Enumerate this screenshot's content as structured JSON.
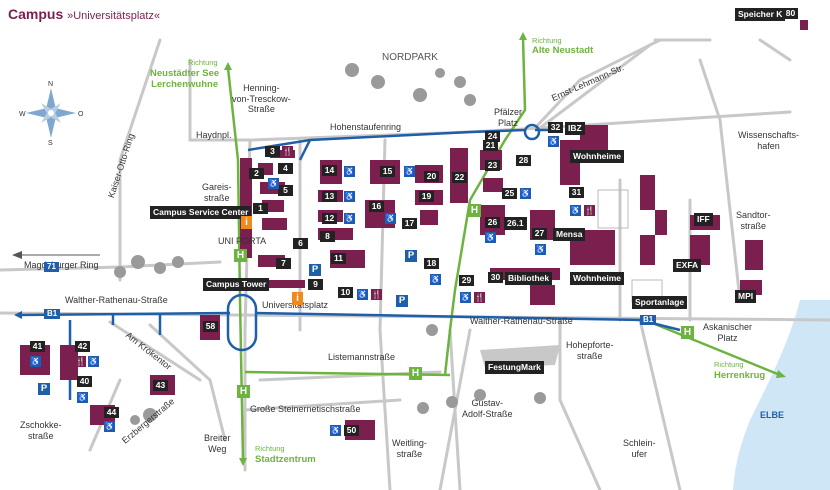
{
  "title": {
    "main": "Campus",
    "sub": "»Universitätsplatz«"
  },
  "corner_tag": {
    "label": "Speicher K",
    "number": "80"
  },
  "compass": {
    "n": "N",
    "s": "S",
    "w": "W",
    "e": "O"
  },
  "streets": {
    "nordpark": "NORDPARK",
    "henning": "Henning-\nvon-Tresckow-\nStraße",
    "haydnpl": "Haydnpl.",
    "hohenstaufenring": "Hohenstaufenring",
    "pfaelzer": "Pfälzer\nPlatz",
    "ernst": "Ernst-Lehmann-Str.",
    "wissenschaftshafen": "Wissenschafts-\nhafen",
    "kaiser": "Kaiser-Otto-Ring",
    "gareis": "Gareis-\nstraße",
    "uniporta": "UNI PORTA",
    "magdeburger": "Magdeburger Ring",
    "walther_left": "Walther-Rathenau-Straße",
    "walther_right": "Walther-Rathenau-Straße",
    "universitaetsplatz": "Universitätsplatz",
    "am_kroekentor": "Am Krökentor",
    "listemann": "Listemannstraße",
    "hohepforte": "Hohepforte-\nstraße",
    "askanischer": "Askanischer\nPlatz",
    "sandtor": "Sandtor-\nstraße",
    "zschokke": "Zschokke-\nstraße",
    "erzberger": "Erzbergerstraße",
    "grosse_stein": "Große Steinernetischstraße",
    "breiter_weg": "Breiter\nWeg",
    "weitling": "Weitling-\nstraße",
    "gustav": "Gustav-\nAdolf-Straße",
    "schlein": "Schlein-\nufer",
    "elbe": "ELBE",
    "sportanlage": "Sportanlage"
  },
  "directions": {
    "neustaedter": {
      "small": "Richtung",
      "big": "Neustädter See\nLerchenwuhne"
    },
    "alte_neustadt": {
      "small": "Richtung",
      "big": "Alte Neustadt"
    },
    "herrenkrug": {
      "small": "Richtung",
      "big": "Herrenkrug"
    },
    "stadtzentrum": {
      "small": "Richtung",
      "big": "Stadtzentrum"
    }
  },
  "road_badges": {
    "b71": "71",
    "b1_left": "B1",
    "b1_right": "B1"
  },
  "labeled_places": {
    "campus_service": "Campus Service Center",
    "campus_tower": "Campus Tower",
    "bibliothek": "Bibliothek",
    "mensa": "Mensa",
    "wohnheime1": "Wohnheime",
    "wohnheime2": "Wohnheime",
    "ibz": "IBZ",
    "iff": "IFF",
    "exfa": "EXFA",
    "mpi": "MPI",
    "festungmark": "FestungMark"
  },
  "buildings": [
    "1",
    "2",
    "3",
    "4",
    "5",
    "6",
    "7",
    "8",
    "9",
    "10",
    "11",
    "12",
    "13",
    "14",
    "15",
    "16",
    "17",
    "18",
    "19",
    "20",
    "21",
    "22",
    "23",
    "24",
    "25",
    "26",
    "26.1",
    "27",
    "28",
    "29",
    "30",
    "31",
    "32",
    "40",
    "41",
    "42",
    "43",
    "44",
    "50",
    "58"
  ],
  "symbols": {
    "H": "H",
    "P": "P",
    "i": "i",
    "wc": "♿",
    "mensa": "🍴"
  },
  "colors": {
    "building": "#7a1f4e",
    "road": "#bdbdbd",
    "bus": "#1f5ea8",
    "tram": "#6db33f",
    "elbe": "#cfe6f7"
  }
}
